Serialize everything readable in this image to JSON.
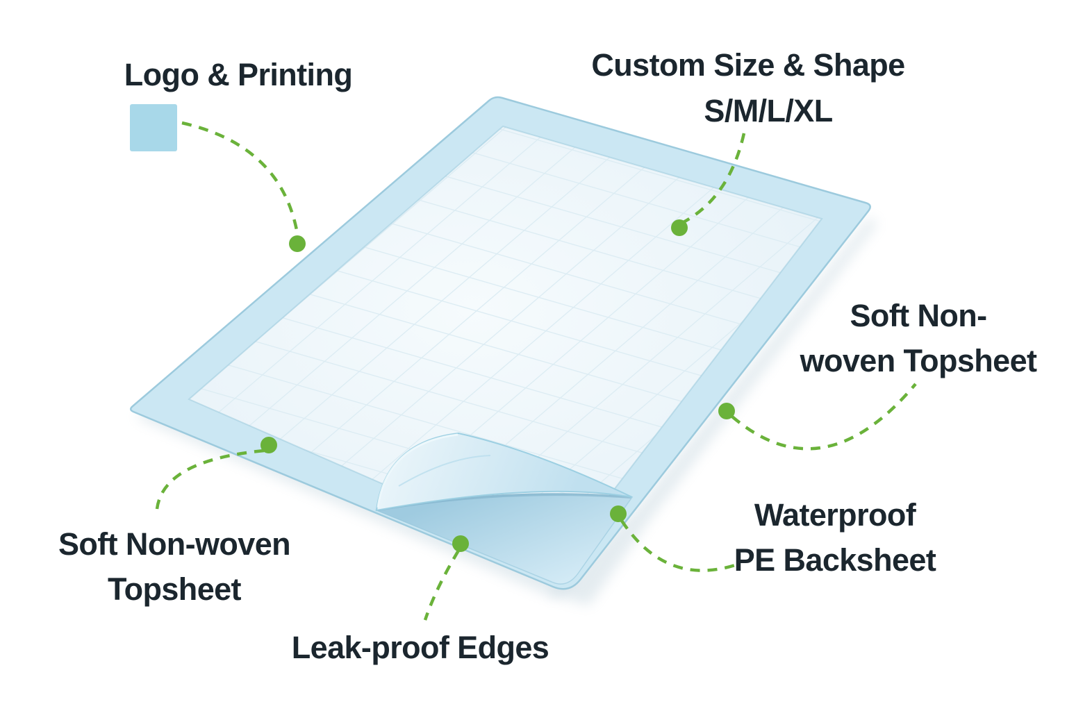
{
  "diagram": {
    "subject": "Disposable underpad product features",
    "labels": {
      "logo_printing": {
        "text": "Logo & Printing"
      },
      "custom_size": {
        "title": "Custom Size & Shape",
        "sizes": "S/M/L/XL"
      },
      "topsheet_right": {
        "line1": "Soft Non-",
        "line2": "woven Topsheet"
      },
      "waterproof": {
        "line1": "Waterproof",
        "line2": "PE Backsheet"
      },
      "topsheet_left": {
        "line1": "Soft Non-woven",
        "line2": "Topsheet"
      },
      "leak_proof": {
        "text": "Leak-proof Edges"
      }
    }
  },
  "colors": {
    "background": "#ffffff",
    "accent_green": "#6ab23a",
    "label_text": "#1b262e",
    "muted_text": "#55656d",
    "logo_swatch": "#a8d8e9",
    "pad_border": "#cbe7f3",
    "pad_edge_line": "#9ccadd",
    "quilt_light": "#f6fbfd",
    "quilt_shade": "#e4f0f7",
    "quilt_line": "#dcecf3",
    "backsheet_dark": "#9fcbe0",
    "backsheet_light": "#d9eef8",
    "flap_light": "#eaf5fa",
    "flap_deep": "#c0e0ef"
  }
}
